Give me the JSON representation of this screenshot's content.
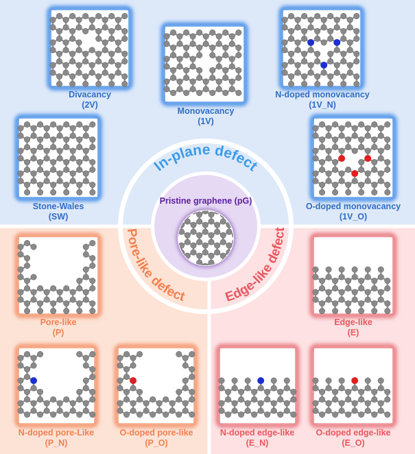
{
  "colors": {
    "inplane_bg": "#dde9f9",
    "pore_bg": "#fde3d6",
    "edge_bg": "#fde1e3",
    "inplane_text": "#2f6cc4",
    "inplane_title": "#3d9be9",
    "pore_text": "#f2804f",
    "edge_text": "#e9575f",
    "pristine_text": "#5a1f9a",
    "carbon": "#8a8a8a",
    "nitrogen": "#1c2fd6",
    "oxygen": "#e02020"
  },
  "categories": {
    "inplane": "In-plane defect",
    "pore": "Pore-like defect",
    "edge": "Edge-like defect",
    "pristine": "Pristine graphene (pG)"
  },
  "structures": [
    {
      "id": "2V",
      "name": "Divacancy",
      "abbr": "(2V)",
      "group": "inplane"
    },
    {
      "id": "1V",
      "name": "Monovacancy",
      "abbr": "(1V)",
      "group": "inplane"
    },
    {
      "id": "1V_N",
      "name": "N-doped monovacancy",
      "abbr": "(1V_N)",
      "group": "inplane"
    },
    {
      "id": "SW",
      "name": "Stone-Wales",
      "abbr": "(SW)",
      "group": "inplane"
    },
    {
      "id": "1V_O",
      "name": "O-doped monovacancy",
      "abbr": "(1V_O)",
      "group": "inplane"
    },
    {
      "id": "P",
      "name": "Pore-like",
      "abbr": "(P)",
      "group": "pore"
    },
    {
      "id": "P_N",
      "name": "N-doped pore-Like",
      "abbr": "(P_N)",
      "group": "pore"
    },
    {
      "id": "P_O",
      "name": "O-doped pore-like",
      "abbr": "(P_O)",
      "group": "pore"
    },
    {
      "id": "E",
      "name": "Edge-like",
      "abbr": "(E)",
      "group": "edge"
    },
    {
      "id": "E_N",
      "name": "N-doped edge-like",
      "abbr": "(E_N)",
      "group": "edge"
    },
    {
      "id": "E_O",
      "name": "O-doped edge-like",
      "abbr": "(E_O)",
      "group": "edge"
    }
  ]
}
